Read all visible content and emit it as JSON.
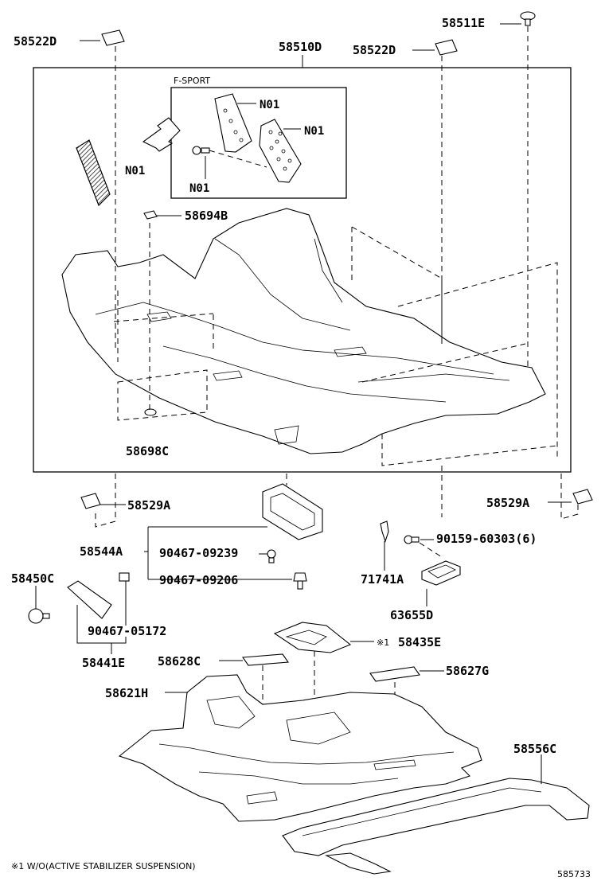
{
  "diagram_id": "585733",
  "footnote": "※1 W/O(ACTIVE STABILIZER SUSPENSION)",
  "inset_title": "F-SPORT",
  "labels": {
    "p58522D_left": "58522D",
    "p58510D": "58510D",
    "p58522D_right": "58522D",
    "p58511E": "58511E",
    "n01_mat": "N01",
    "n01_pedal1": "N01",
    "n01_pedal2": "N01",
    "n01_bolt": "N01",
    "p58694B": "58694B",
    "p58698C": "58698C",
    "p58529A_left": "58529A",
    "p58529A_right": "58529A",
    "p58544A": "58544A",
    "p90467_09239": "90467-09239",
    "p90467_09206": "90467-09206",
    "p90159_60303": "90159-60303(6)",
    "p58450C": "58450C",
    "p71741A": "71741A",
    "p90467_05172": "90467-05172",
    "p63655D": "63655D",
    "p58441E": "58441E",
    "note1_mark": "※1",
    "p58435E": "58435E",
    "p58628C": "58628C",
    "p58627G": "58627G",
    "p58621H": "58621H",
    "p58556C": "58556C"
  },
  "icons": {
    "arrow": "hatched-arrow-icon",
    "clip": "clip-icon",
    "bolt": "bolt-icon",
    "grommet": "grommet-icon"
  }
}
